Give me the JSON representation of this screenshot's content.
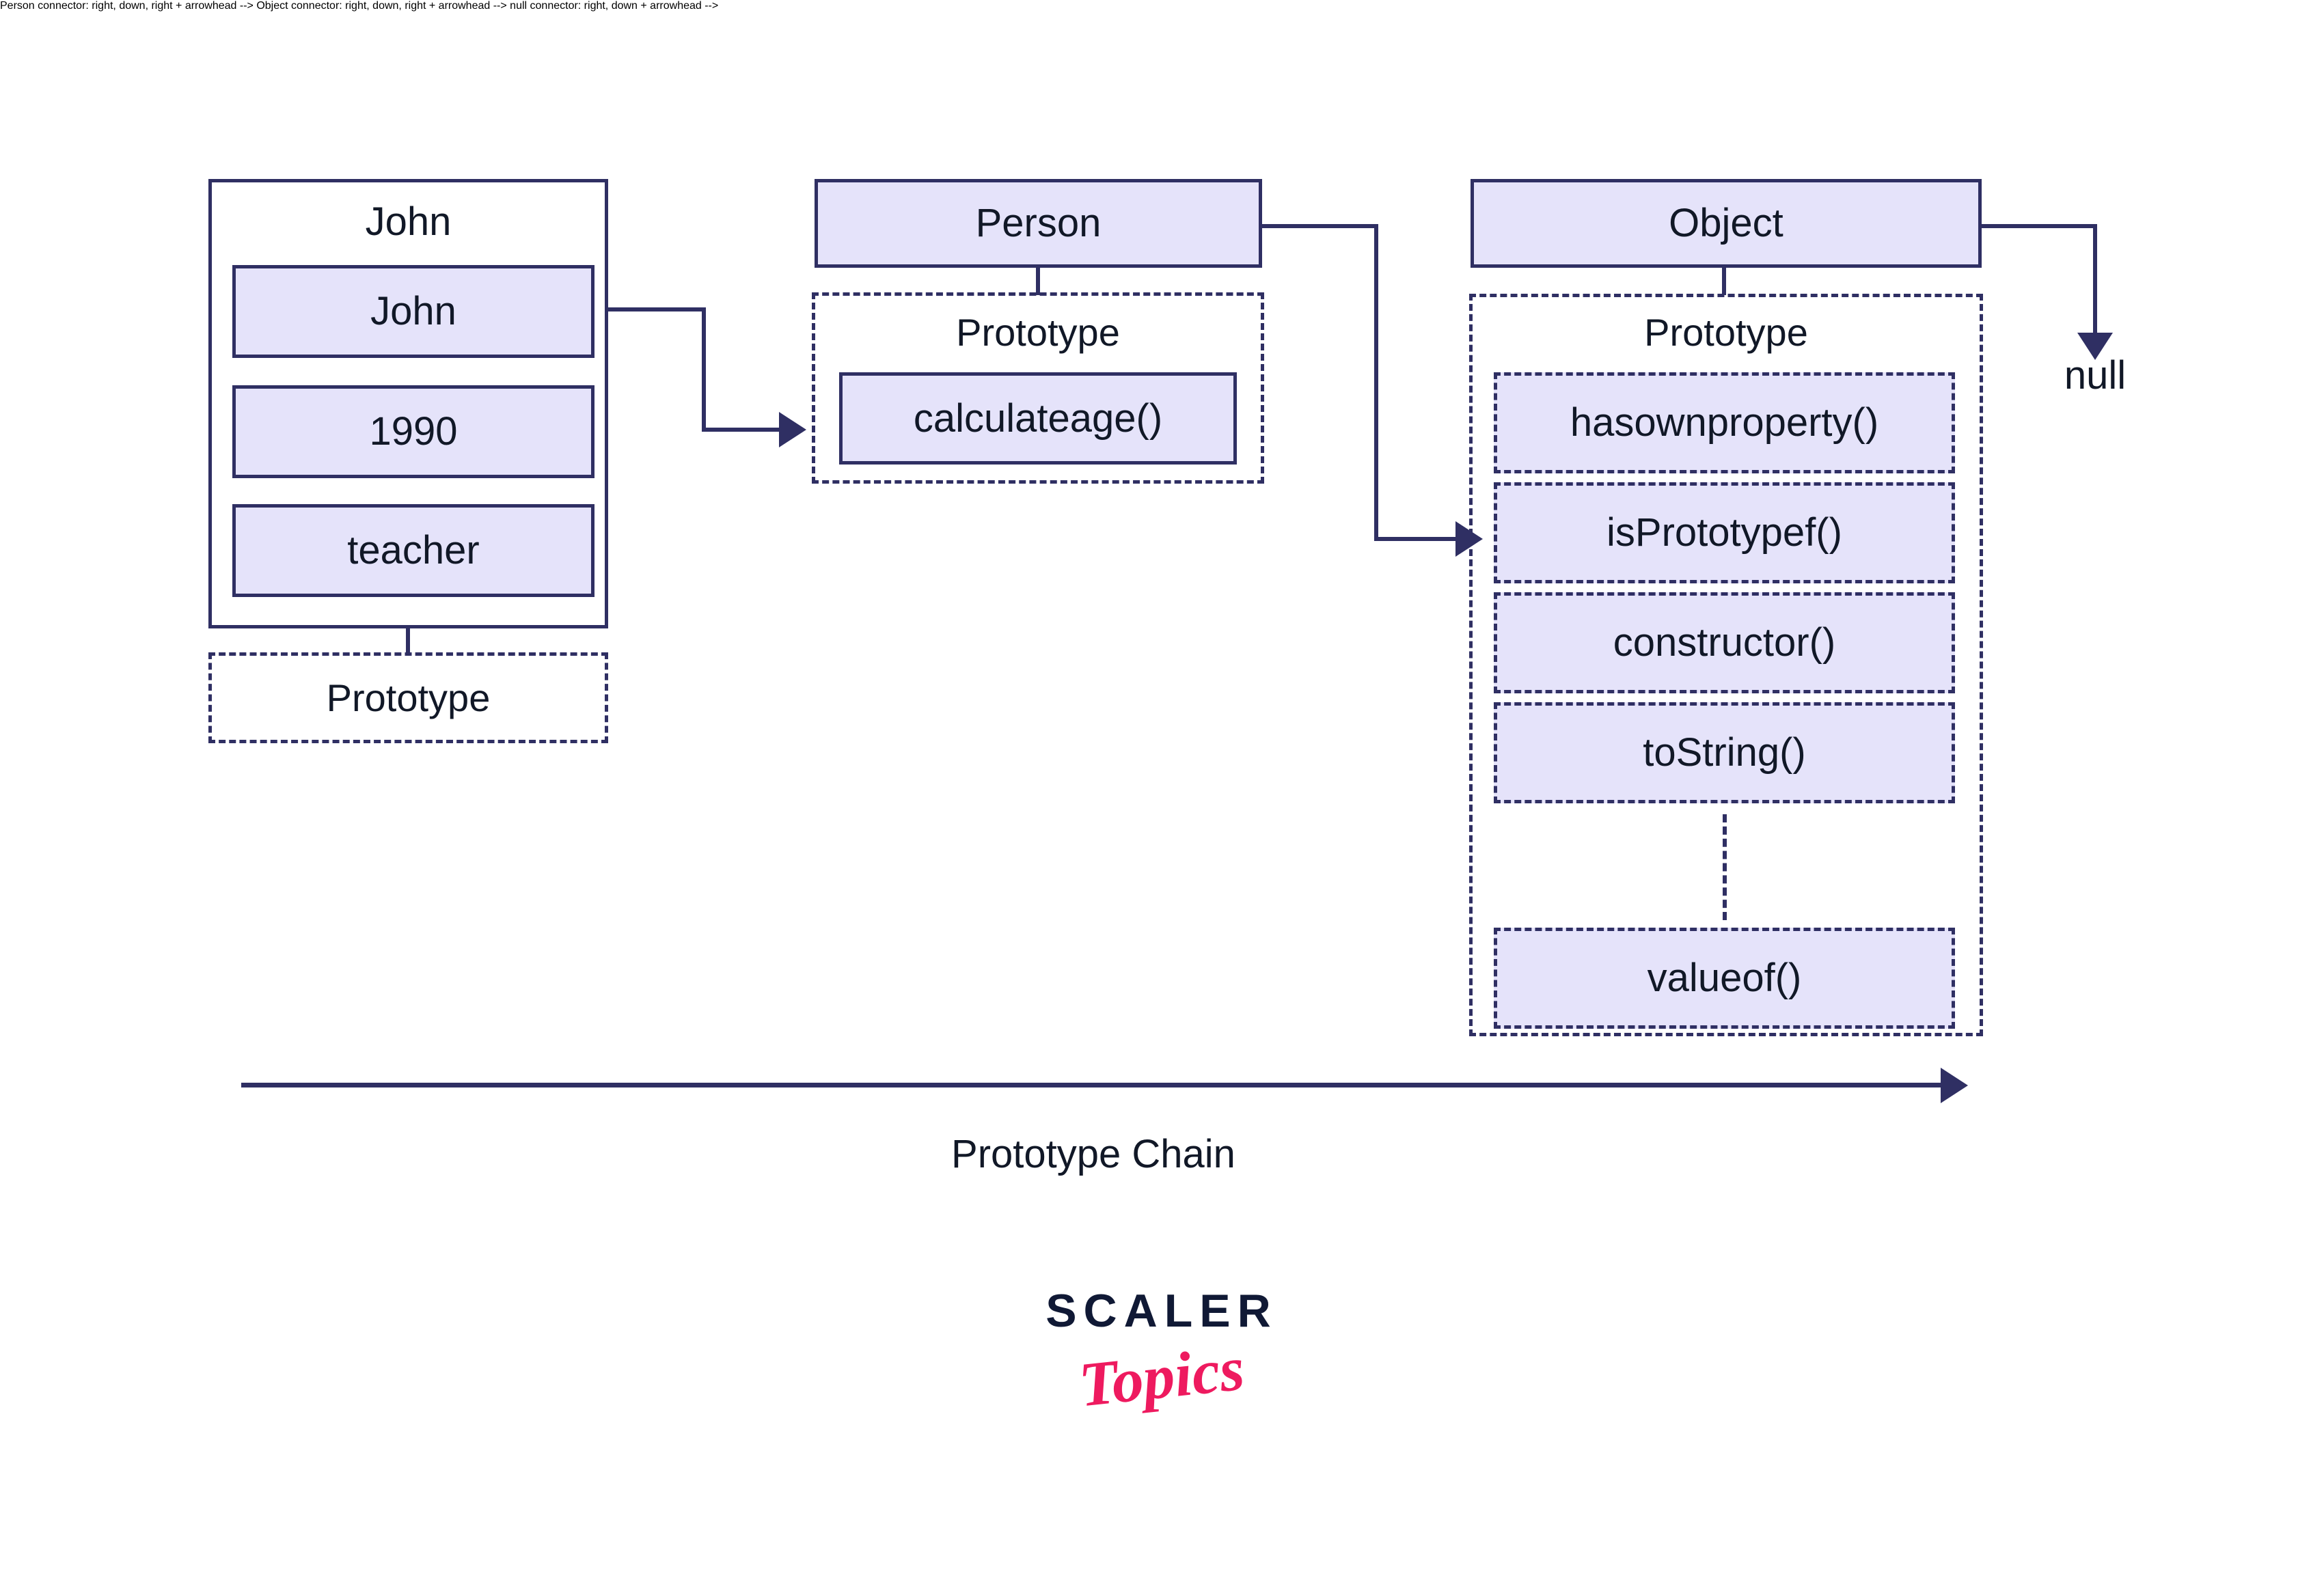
{
  "diagram": {
    "title": "Prototype Chain",
    "chain_label": "Prototype Chain",
    "prototype_label": "Prototype",
    "null_label": "null"
  },
  "john_object": {
    "title": "John",
    "properties": [
      {
        "label": "John"
      },
      {
        "label": "1990"
      },
      {
        "label": "teacher"
      }
    ],
    "prototype": {
      "label": "Prototype",
      "methods": []
    }
  },
  "person_object": {
    "title": "Person",
    "prototype": {
      "label": "Prototype",
      "methods": [
        {
          "label": "calculateage()"
        }
      ]
    }
  },
  "object_object": {
    "title": "Object",
    "prototype": {
      "label": "Prototype",
      "methods": [
        {
          "label": "hasownproperty()"
        },
        {
          "label": "isPrototypef()"
        },
        {
          "label": "constructor()"
        },
        {
          "label": "toString()"
        },
        {
          "label": "valueof()"
        }
      ],
      "has_ellipsis": true
    }
  },
  "terminal": {
    "label": "null"
  },
  "logo": {
    "primary": "SCALER",
    "secondary": "Topics"
  },
  "colors": {
    "stroke": "#2f2f63",
    "fill": "#e5e3fa",
    "text": "#111827",
    "logo_primary": "#101935",
    "logo_secondary": "#ee1a5f",
    "background": "#ffffff"
  }
}
